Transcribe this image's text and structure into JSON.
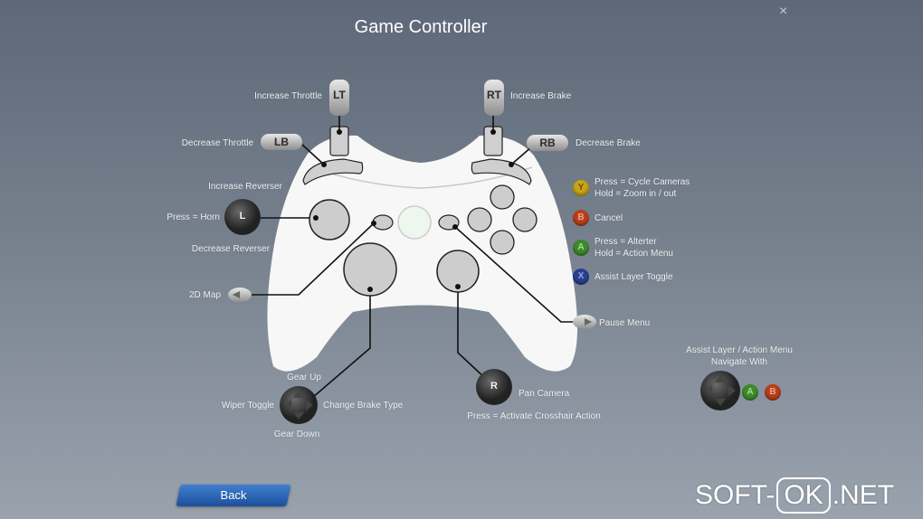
{
  "header": {
    "title": "Game Controller",
    "close_label": "×"
  },
  "buttons": {
    "LT": "LT",
    "RT": "RT",
    "LB": "LB",
    "RB": "RB",
    "L": "L",
    "R": "R"
  },
  "labels": {
    "increase_throttle": "Increase Throttle",
    "decrease_throttle": "Decrease Throttle",
    "increase_reverser": "Increase Reverser",
    "press_horn": "Press = Horn",
    "decrease_reverser": "Decrease Reverser",
    "map_2d": "2D Map",
    "gear_up": "Gear Up",
    "wiper_toggle": "Wiper Toggle",
    "change_brake_type": "Change Brake Type",
    "gear_down": "Gear Down",
    "pan_camera": "Pan Camera",
    "crosshair": "Press = Activate Crosshair Action",
    "increase_brake": "Increase Brake",
    "decrease_brake": "Decrease Brake",
    "pause_menu": "Pause Menu"
  },
  "face_buttons": [
    {
      "glyph": "Y",
      "color": "#c9a516",
      "line1": "Press = Cycle Cameras",
      "line2": "Hold = Zoom in / out"
    },
    {
      "glyph": "B",
      "color": "#b8401c",
      "line1": "Cancel",
      "line2": ""
    },
    {
      "glyph": "A",
      "color": "#3f8a2c",
      "line1": "Press = Alterter",
      "line2": "Hold = Action Menu"
    },
    {
      "glyph": "X",
      "color": "#2a3f8f",
      "line1": "Assist Layer Toggle",
      "line2": ""
    }
  ],
  "assist": {
    "line1": "Assist Layer / Action Menu",
    "line2": "Navigate With",
    "a": "A",
    "b": "B"
  },
  "footer": {
    "back_label": "Back"
  },
  "watermark": {
    "left": "SOFT-",
    "box": "OK",
    "right": ".NET"
  }
}
